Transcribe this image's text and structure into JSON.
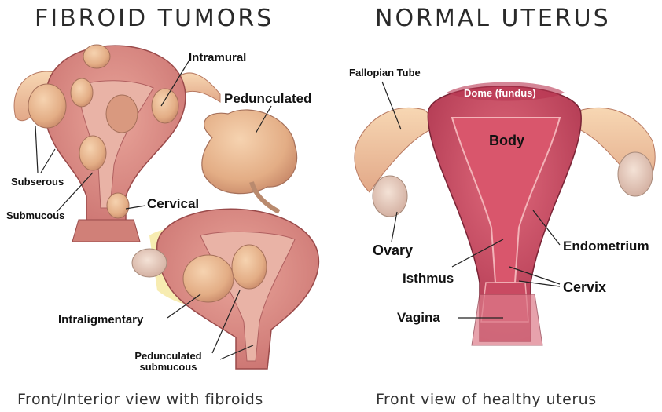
{
  "left_panel": {
    "title": "FIBROID TUMORS",
    "caption": "Front/Interior view with fibroids",
    "labels": {
      "intramural": "Intramural",
      "pedunculated": "Pedunculated",
      "subserous": "Subserous",
      "submucous": "Submucous",
      "cervical": "Cervical",
      "intraligmentary": "Intraligmentary",
      "pedunculated_submucous_line1": "Pedunculated",
      "pedunculated_submucous_line2": "submucous"
    }
  },
  "right_panel": {
    "title": "NORMAL UTERUS",
    "caption": "Front view of healthy uterus",
    "labels": {
      "fallopian_tube": "Fallopian Tube",
      "dome": "Dome (fundus)",
      "body": "Body",
      "ovary": "Ovary",
      "endometrium": "Endometrium",
      "isthmus": "Isthmus",
      "cervix": "Cervix",
      "vagina": "Vagina"
    }
  },
  "colors": {
    "uterus_wall": "#d9837b",
    "uterus_dark": "#b23a4c",
    "cavity": "#c24a5e",
    "fibroid": "#e8b48a",
    "ovary": "#e9c9b8",
    "tube": "#f0c49a",
    "ligament": "#f6e9a8"
  }
}
